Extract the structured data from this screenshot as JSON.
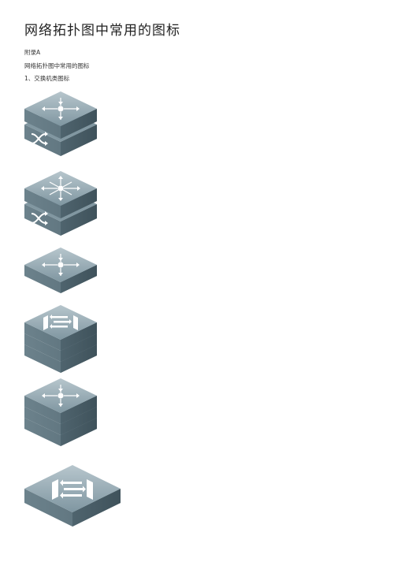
{
  "document": {
    "title": "网络拓扑图中常用的图标",
    "appendix": "附录A",
    "subtitle": "网络拓扑图中常用的图标",
    "section": "1、交换机类图标"
  },
  "icons": [
    {
      "name": "switch-router-stacked",
      "icon": "core-switch-with-crossover-icon"
    },
    {
      "name": "multilayer-switch-stacked",
      "icon": "multilayer-switch-with-crossover-icon"
    },
    {
      "name": "switch-single",
      "icon": "switch-icon"
    },
    {
      "name": "switch-stack-three",
      "icon": "stacked-switch-icon"
    },
    {
      "name": "router-stack-three",
      "icon": "stacked-router-icon"
    },
    {
      "name": "switch-large-flat",
      "icon": "workgroup-switch-icon"
    }
  ],
  "colors": {
    "top": "#8fa3ad",
    "topLight": "#a9bac2",
    "side": "#5f7580",
    "sideDark": "#4a5f69",
    "symbol": "#ffffff"
  }
}
